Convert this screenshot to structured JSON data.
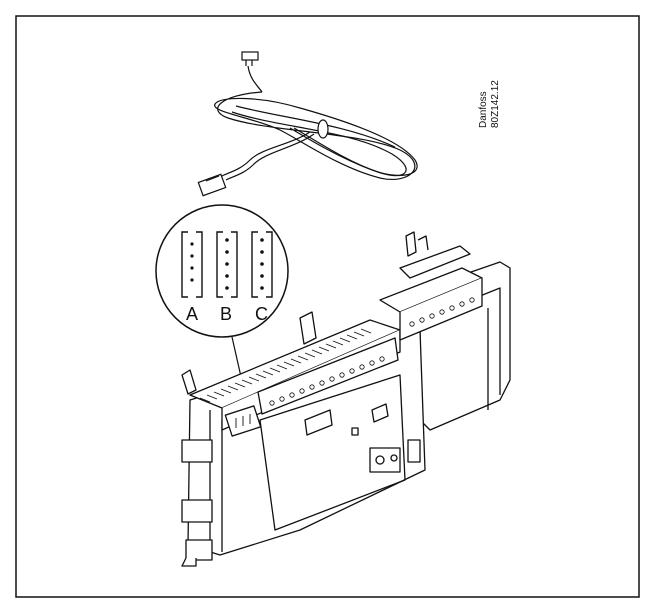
{
  "figure": {
    "manufacturer": "Danfoss",
    "drawing_code": "80Z142.12"
  },
  "connector_pinouts": [
    {
      "label": "A"
    },
    {
      "label": "B"
    },
    {
      "label": "C"
    }
  ],
  "colors": {
    "line": "#111111",
    "fill": "#ffffff"
  }
}
